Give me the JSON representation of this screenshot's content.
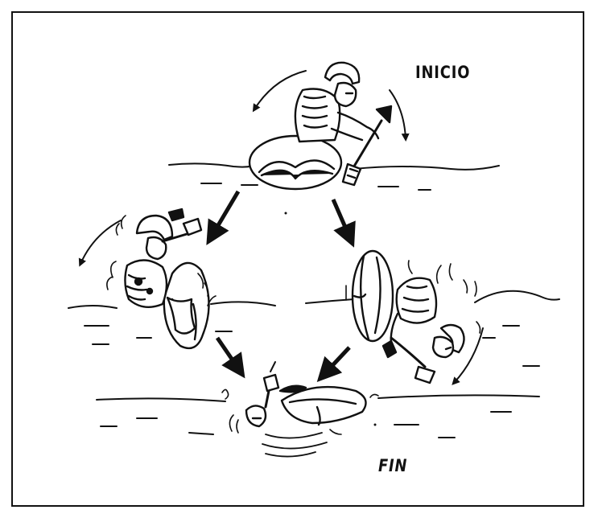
{
  "labels": {
    "start": "INICIO",
    "end": "FIN"
  },
  "colors": {
    "ink": "#111111",
    "paper": "#ffffff"
  },
  "scene": {
    "stages": [
      "start-upright",
      "capsizing-left",
      "capsizing-right",
      "inverted-end"
    ],
    "icon_names": [
      "kayaker-upright",
      "kayaker-capsize-left",
      "kayaker-capsize-right",
      "kayaker-upside-down",
      "flow-arrow",
      "rotation-arrow",
      "water-line"
    ]
  }
}
